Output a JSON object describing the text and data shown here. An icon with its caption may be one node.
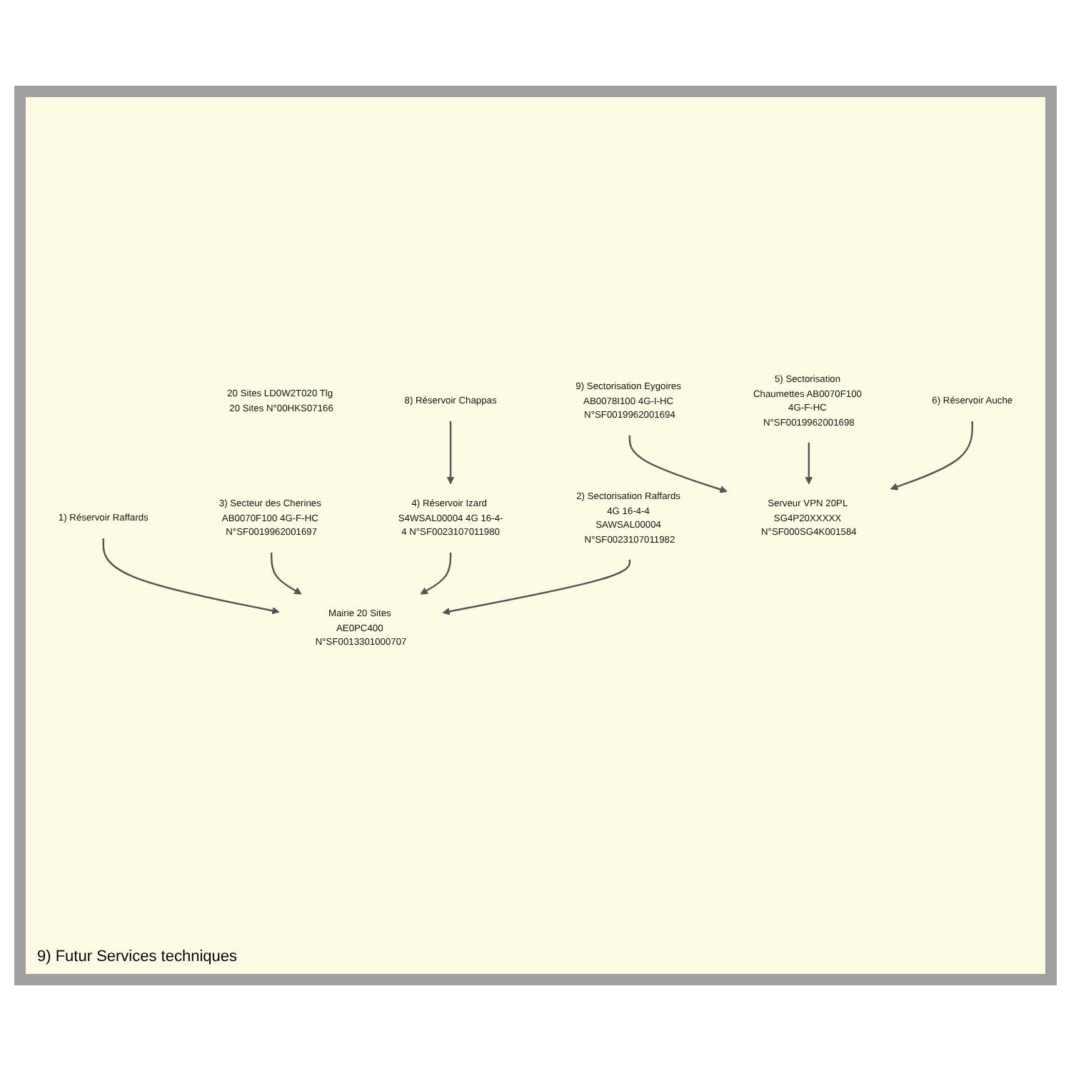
{
  "diagram": {
    "nodes": [
      {
        "text": [
          "1) Réservoir Raffards"
        ]
      },
      {
        "text": [
          "2) Sectorisation Raffards 4G 16-4-4 SAWSAL00004 N°SF0023107011982"
        ]
      },
      {
        "text": [
          "3) Secteur des Cherines AB0070F100 4G-F-HC N°SF0019962001697"
        ]
      },
      {
        "text": [
          "4) Réservoir Izard S4WSAL00004 4G 16-4-4 N°SF0023107011980"
        ]
      },
      {
        "text": [
          "Mairie 20 Sites AE0PC400 N°SF0013301000707"
        ]
      },
      {
        "text": [
          "20 Sites LD0W2T020 Tlg 20 Sites N°00HKS07166"
        ]
      },
      {
        "text": [
          "Serveur VPN 20PL SG4P20XXXXX N°SF000SG4K001584"
        ]
      },
      {
        "text": [
          "5) Sectorisation Chaumettes AB0070F100 4G-F-HC N°SF0019962001698"
        ]
      },
      {
        "text": [
          "9) Sectorisation Eygoires AB0078I100 4G-I-HC N°SF0019962001694"
        ]
      },
      {
        "text": [
          "6) Réservoir Auche"
        ]
      },
      {
        "text": [
          "8) Réservoir Chappas"
        ]
      }
    ],
    "edges": [
      {
        "from": 0,
        "to": 4,
        "arrow": "to"
      },
      {
        "from": 2,
        "to": 4,
        "arrow": "to"
      },
      {
        "from": 3,
        "to": 4,
        "arrow": "to"
      },
      {
        "from": 1,
        "to": 4,
        "arrow": "to"
      },
      {
        "from": 10,
        "to": 3,
        "arrow": "to"
      },
      {
        "from": 8,
        "to": 6,
        "arrow": "to"
      },
      {
        "from": 7,
        "to": 6,
        "arrow": "to"
      },
      {
        "from": 9,
        "to": 6,
        "arrow": "to"
      }
    ],
    "labels": [
      "9) Futur Services techniques"
    ]
  }
}
